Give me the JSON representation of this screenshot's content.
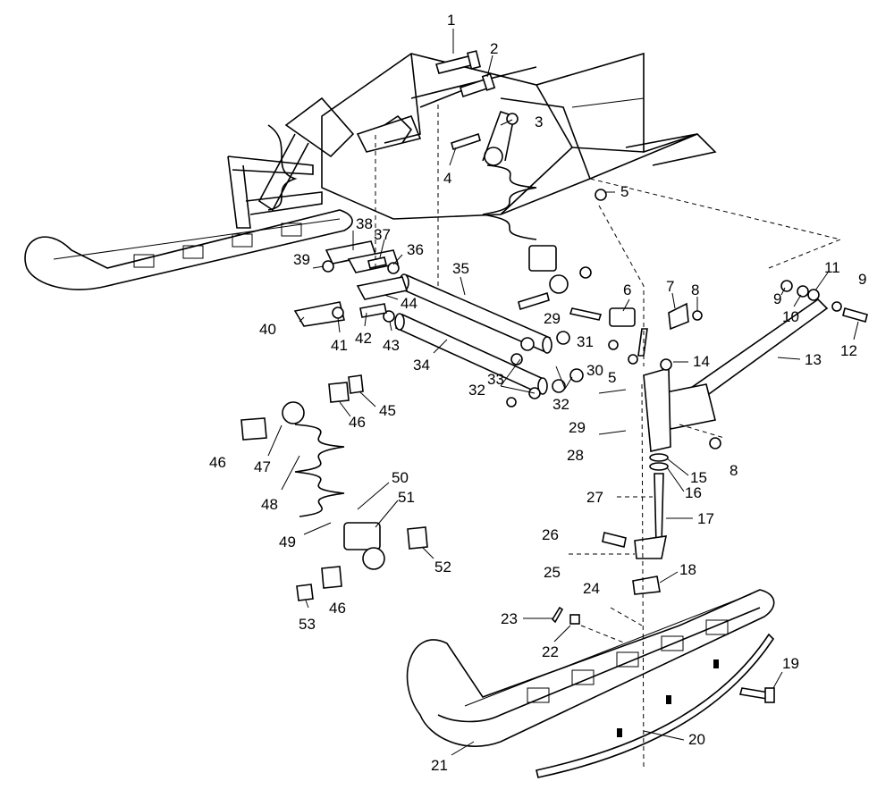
{
  "diagram": {
    "callouts": [
      "1",
      "2",
      "3",
      "4",
      "5",
      "6",
      "7",
      "8",
      "9",
      "10",
      "11",
      "12",
      "13",
      "14",
      "15",
      "16",
      "17",
      "18",
      "19",
      "20",
      "21",
      "22",
      "23",
      "24",
      "25",
      "26",
      "27",
      "28",
      "29",
      "30",
      "31",
      "32",
      "33",
      "34",
      "35",
      "36",
      "37",
      "38",
      "39",
      "40",
      "41",
      "42",
      "43",
      "44",
      "45",
      "46",
      "47",
      "48",
      "49",
      "50",
      "51",
      "52",
      "53"
    ]
  }
}
